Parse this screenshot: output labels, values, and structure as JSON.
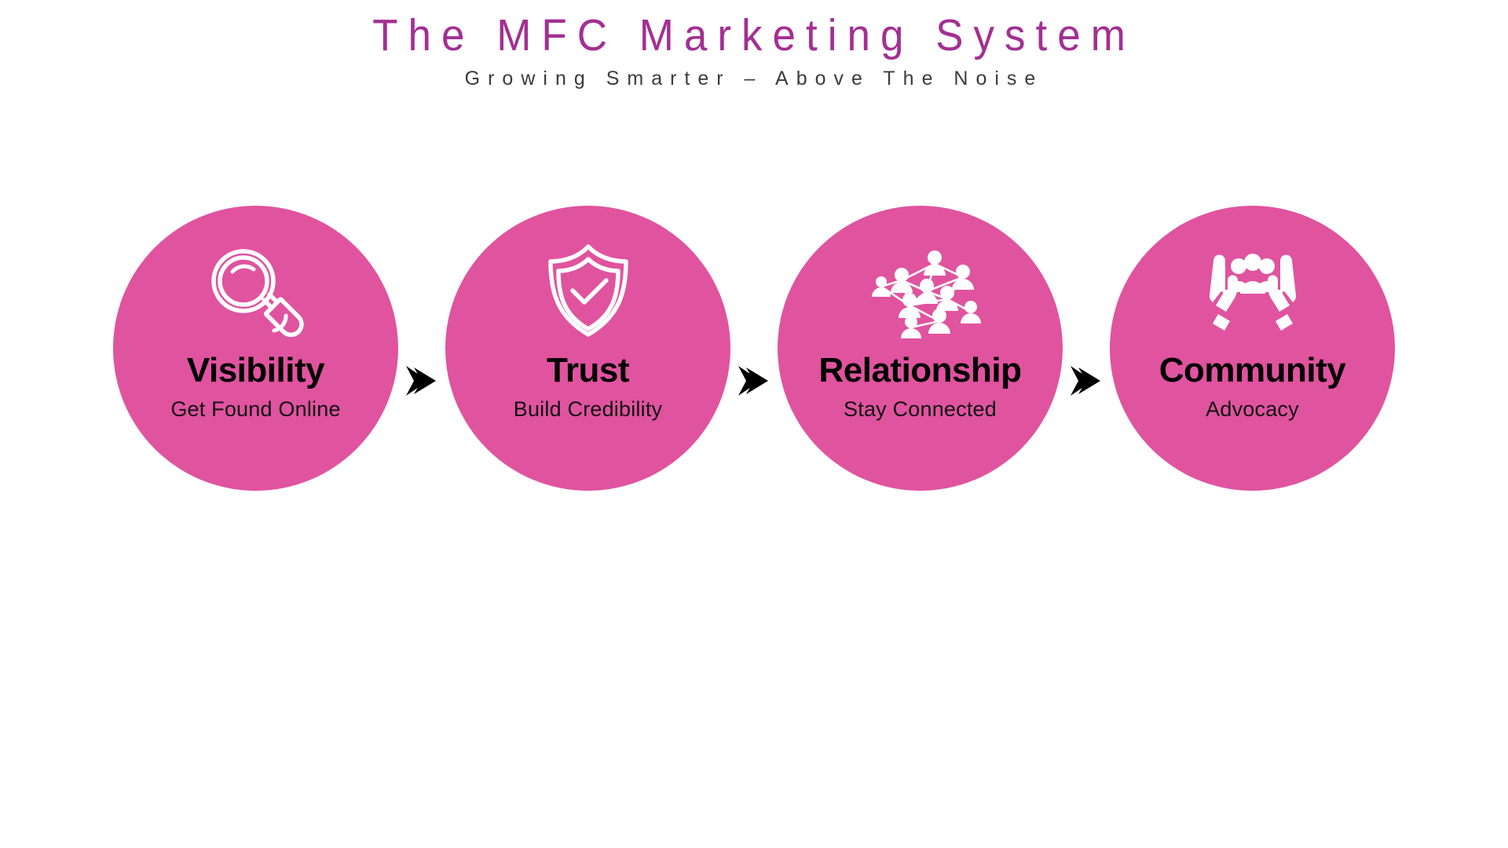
{
  "header": {
    "title": "The MFC Marketing System",
    "subtitle": "Growing Smarter – Above The Noise",
    "title_color": "#a32f93",
    "subtitle_color": "#3b3b3b"
  },
  "theme": {
    "circle_color": "#e0539f",
    "icon_color": "#ffffff",
    "arrow_color": "#000000",
    "background": "#ffffff",
    "text_color": "#000000"
  },
  "flow": {
    "arrow_label": "arrow-right",
    "steps": [
      {
        "title": "Visibility",
        "subtitle": "Get Found Online",
        "icon": "magnifying-glass-icon"
      },
      {
        "title": "Trust",
        "subtitle": "Build Credibility",
        "icon": "shield-check-icon"
      },
      {
        "title": "Relationship",
        "subtitle": "Stay Connected",
        "icon": "people-network-icon"
      },
      {
        "title": "Community",
        "subtitle": "Advocacy",
        "icon": "hands-holding-people-icon"
      }
    ]
  }
}
